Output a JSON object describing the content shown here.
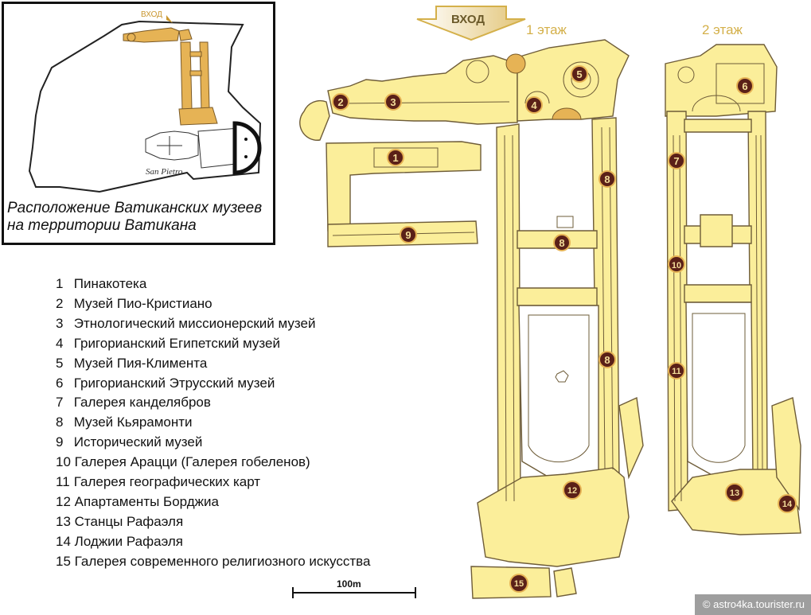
{
  "inset": {
    "entrance_label": "ВХОД",
    "place_label": "San Pietro",
    "caption": [
      "Расположение Ватиканских музеев",
      "на территории Ватикана"
    ]
  },
  "map": {
    "entrance_label": "ВХОД",
    "floor_1": "1 этаж",
    "floor_2": "2 этаж",
    "scale_label": "100m",
    "markers": [
      {
        "num": "1"
      },
      {
        "num": "2"
      },
      {
        "num": "3"
      },
      {
        "num": "4"
      },
      {
        "num": "5"
      },
      {
        "num": "6"
      },
      {
        "num": "7"
      },
      {
        "num": "8"
      },
      {
        "num": "8"
      },
      {
        "num": "8"
      },
      {
        "num": "9"
      },
      {
        "num": "10"
      },
      {
        "num": "11"
      },
      {
        "num": "12"
      },
      {
        "num": "13"
      },
      {
        "num": "14"
      },
      {
        "num": "15"
      }
    ]
  },
  "legend": [
    {
      "num": "1",
      "name": "Пинакотека"
    },
    {
      "num": "2",
      "name": "Музей Пио-Кристиано"
    },
    {
      "num": "3",
      "name": "Этнологический миссионерский музей"
    },
    {
      "num": "4",
      "name": "Григорианский Египетский музей"
    },
    {
      "num": "5",
      "name": "Музей Пия-Климента"
    },
    {
      "num": "6",
      "name": "Григорианский Этрусский музей"
    },
    {
      "num": "7",
      "name": "Галерея канделябров"
    },
    {
      "num": "8",
      "name": "Музей Кьярамонти"
    },
    {
      "num": "9",
      "name": "Исторический музей"
    },
    {
      "num": "10",
      "name": "Галерея Арацци (Галерея гобеленов)"
    },
    {
      "num": "11",
      "name": "Галерея географических карт"
    },
    {
      "num": "12",
      "name": "Апартаменты Борджиа"
    },
    {
      "num": "13",
      "name": "Станцы Рафаэля"
    },
    {
      "num": "14",
      "name": "Лоджии Рафаэля"
    },
    {
      "num": "15",
      "name": "Галерея современного религиозного искусства"
    }
  ],
  "watermark": "© astro4ka.tourister.ru",
  "colors": {
    "building_fill": "#fbee9a",
    "building_stroke": "#6e5c38",
    "marker_fill": "#5a2018",
    "highlight": "#e6b355",
    "floor_label": "#d4b04a"
  }
}
